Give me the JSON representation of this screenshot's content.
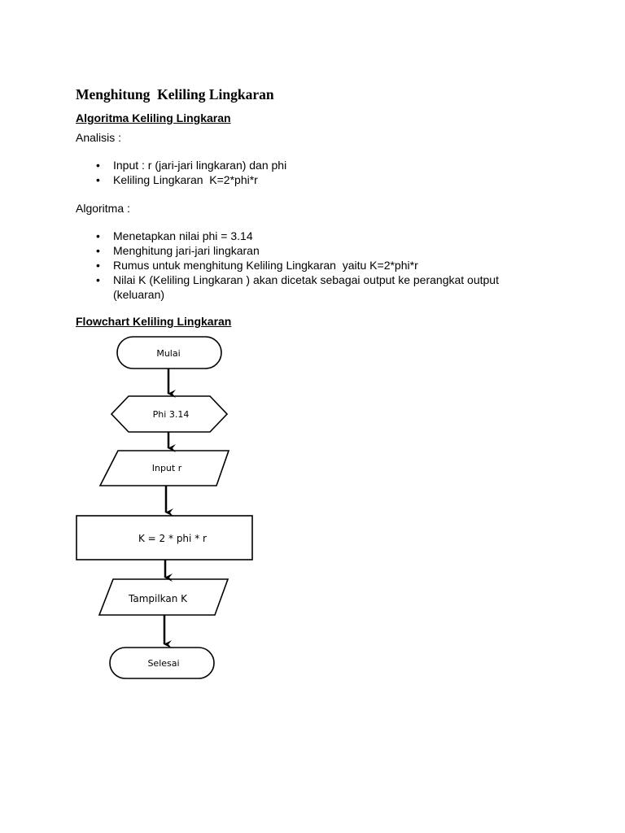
{
  "title": "Menghitung  Keliling Lingkaran",
  "algorithm_heading": "Algoritma Keliling Lingkaran",
  "analysis_label": "Analisis :",
  "analysis_items": [
    "Input : r (jari-jari lingkaran) dan phi",
    "Keliling Lingkaran  K=2*phi*r"
  ],
  "algorithm_label": "Algoritma :",
  "algorithm_items": [
    "Menetapkan nilai phi = 3.14",
    "Menghitung jari-jari lingkaran",
    "Rumus untuk menghitung Keliling Lingkaran  yaitu K=2*phi*r",
    "Nilai K (Keliling Lingkaran ) akan dicetak sebagai output ke perangkat output",
    "(keluaran)"
  ],
  "flowchart_heading": "Flowchart Keliling Lingkaran",
  "flowchart": {
    "start": "Mulai",
    "preparation": "Phi 3.14",
    "input": "Input r",
    "process": "K = 2 * phi * r",
    "output": "Tampilkan K",
    "end": "Selesai"
  }
}
